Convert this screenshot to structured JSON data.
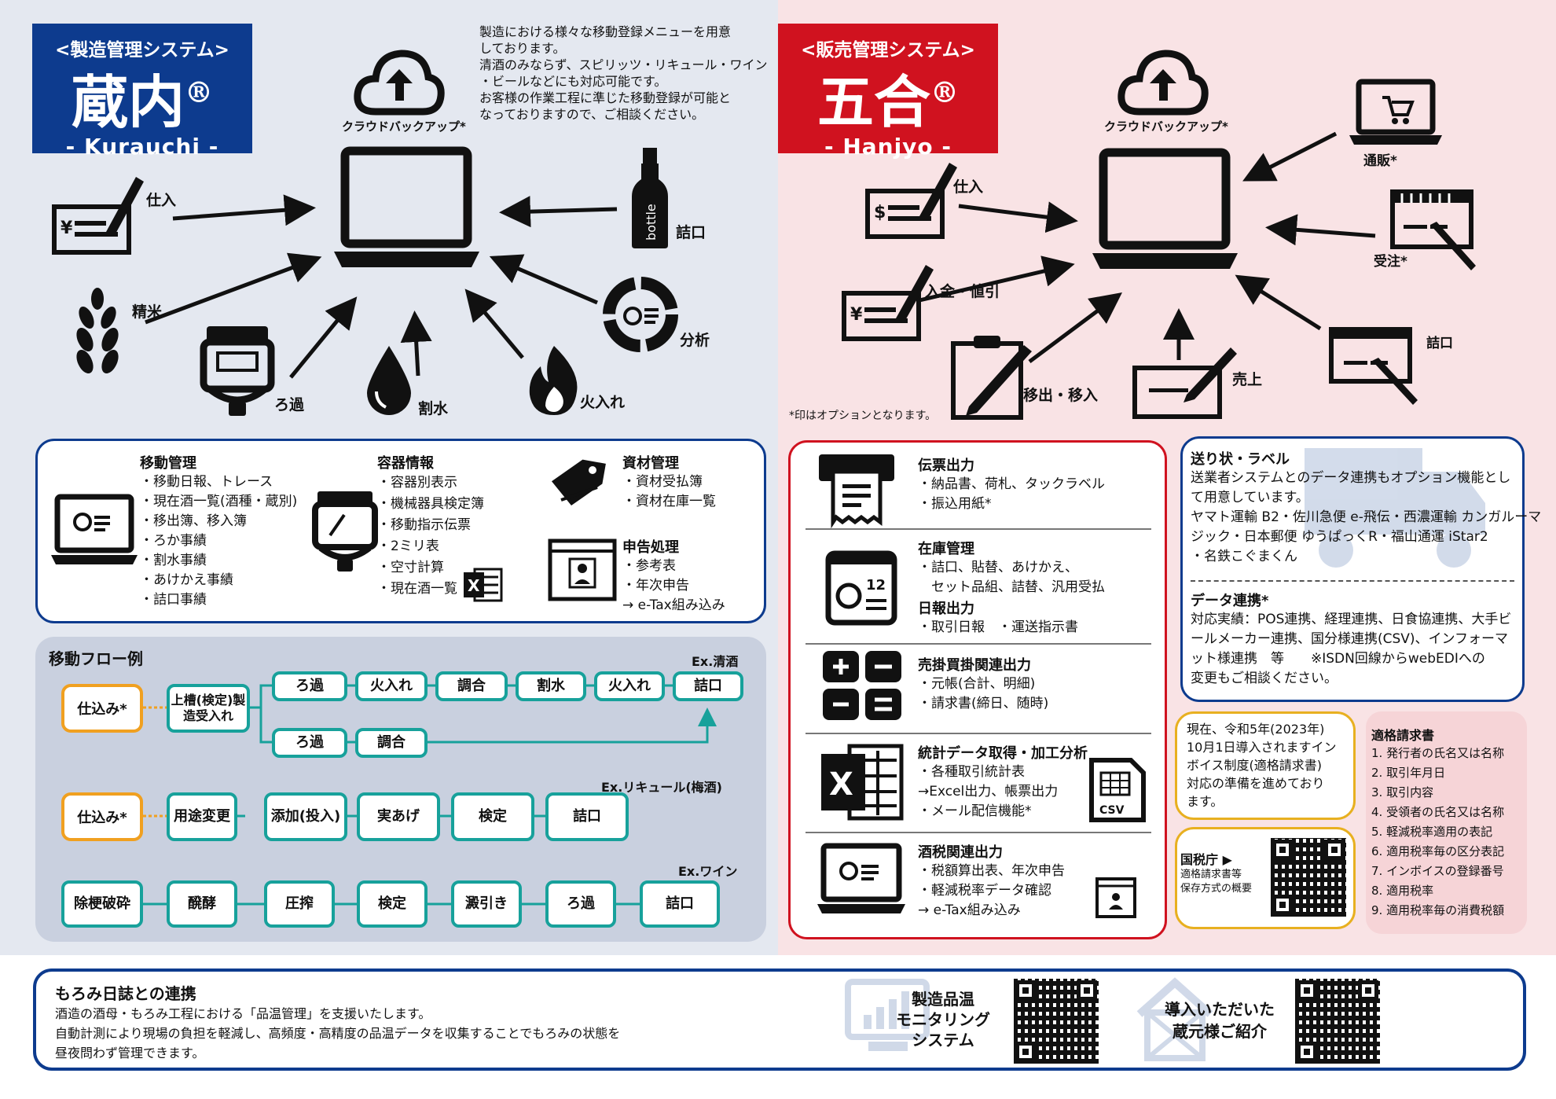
{
  "left": {
    "brand": {
      "sub": "<製造管理システム>",
      "name": "蔵内",
      "mark": "®",
      "romaji": "- Kurauchi -"
    },
    "cloud": "クラウドバックアップ*",
    "intro": [
      "製造における様々な移動登録メニューを用意",
      "しております。",
      "清酒のみならず、スピリッツ・リキュール・ワイン",
      "・ビールなどにも対応可能です。",
      "お客様の作業工程に準じた移動登録が可能と",
      "なっておりますので、ご相談ください。"
    ],
    "icons": {
      "shiire": "仕入",
      "bottle_text": "bottle",
      "tsumeguchi": "詰口",
      "seimai": "精米",
      "bunseki": "分析",
      "roka": "ろ過",
      "warimizu": "割水",
      "hiire": "火入れ"
    },
    "info": {
      "idou": {
        "title": "移動管理",
        "items": [
          "・移動日報、トレース",
          "・現在酒一覧(酒種・蔵別)",
          "・移出簿、移入簿",
          "・ろか事績",
          "・割水事績",
          "・あけかえ事績",
          "・詰口事績"
        ]
      },
      "youki": {
        "title": "容器情報",
        "items": [
          "・容器別表示",
          "・機械器具検定簿",
          "・移動指示伝票",
          "・2ミリ表",
          "・空寸計算",
          "・現在酒一覧"
        ]
      },
      "shizai": {
        "title": "資材管理",
        "items": [
          "・資材受払簿",
          "・資材在庫一覧"
        ]
      },
      "shinkoku": {
        "title": "申告処理",
        "items": [
          "・参考表",
          "・年次申告",
          "→ e-Tax組み込み"
        ]
      }
    },
    "flow": {
      "title": "移動フロー例",
      "ex1": "Ex.清酒",
      "ex2": "Ex.リキュール(梅酒)",
      "ex3": "Ex.ワイン",
      "shikomi": "仕込み*",
      "joso": "上槽(検定)製造受入れ",
      "row1": [
        "ろ過",
        "火入れ",
        "調合",
        "割水",
        "火入れ",
        "詰口"
      ],
      "row1b": [
        "ろ過",
        "調合"
      ],
      "row2": [
        "用途変更",
        "添加(投入)",
        "実あげ",
        "検定",
        "詰口"
      ],
      "row3": [
        "除梗破砕",
        "醗酵",
        "圧搾",
        "検定",
        "澱引き",
        "ろ過",
        "詰口"
      ]
    }
  },
  "right": {
    "brand": {
      "sub": "<販売管理システム>",
      "name": "五合",
      "mark": "®",
      "romaji": "- Hanjyo -"
    },
    "cloud": "クラウドバックアップ*",
    "icons": {
      "tsuhan": "通販*",
      "shiire": "仕入",
      "juchu": "受注*",
      "nyukin": "入金・値引",
      "tsumeguchi": "詰口",
      "idou": "移出・移入",
      "uriage": "売上"
    },
    "option_note": "*印はオプションとなります。",
    "list": [
      {
        "title": "伝票出力",
        "items": [
          "・納品書、荷札、タックラベル",
          "・振込用紙*"
        ]
      },
      {
        "title": "在庫管理",
        "items": [
          "・詰口、貼替、あけかえ、",
          "　セット品組、詰替、汎用受払"
        ],
        "title2": "日報出力",
        "items2": [
          "・取引日報　・運送指示書"
        ]
      },
      {
        "title": "売掛買掛関連出力",
        "items": [
          "・元帳(合計、明細)",
          "・請求書(締日、随時)"
        ]
      },
      {
        "title": "統計データ取得・加工分析",
        "items": [
          "・各種取引統計表",
          "→Excel出力、帳票出力",
          "・メール配信機能*"
        ],
        "csv": "CSV"
      },
      {
        "title": "酒税関連出力",
        "items": [
          "・税額算出表、年次申告",
          "・軽減税率データ確認",
          "→ e-Tax組み込み"
        ]
      }
    ],
    "okurijo": {
      "title": "送り状・ラベル",
      "body": [
        "送業者システムとのデータ連携もオプション機能とし",
        "て用意しています。",
        "ヤマト運輸 B2・佐川急便 e-飛伝・西濃運輸 カンガルーマ",
        "ジック・日本郵便 ゆうぱっくR・福山通運 iStar2",
        "・名鉄こぐまくん"
      ]
    },
    "renkei": {
      "title": "データ連携*",
      "body": [
        "対応実績：POS連携、経理連携、日食協連携、大手ビ",
        "ールメーカー連携、国分様連携(CSV)、インフォーマ",
        "ット様連携　等　　※ISDN回線からwebEDIへの",
        "変更もご相談ください。"
      ]
    },
    "invoice": [
      "現在、令和5年(2023年)",
      "10月1日導入されますイン",
      "ボイス制度(適格請求書)",
      "対応の準備を進めており",
      "ます。"
    ],
    "kokuzei": {
      "title": "国税庁 ▶",
      "line1": "適格請求書等",
      "line2": "保存方式の概要"
    },
    "tekikaku": {
      "title": "適格請求書",
      "items": [
        "1. 発行者の氏名又は名称",
        "2. 取引年月日",
        "3. 取引内容",
        "4. 受領者の氏名又は名称",
        "5. 軽減税率適用の表記",
        "6. 適用税率毎の区分表記",
        "7. インボイスの登録番号",
        "8. 適用税率",
        "9. 適用税率毎の消費税額"
      ]
    }
  },
  "moromi": {
    "title": "もろみ日誌との連携",
    "body": [
      "酒造の酒母・もろみ工程における「品温管理」を支援いたします。",
      "自動計測により現場の負担を軽減し、高頻度・高精度の品温データを収集することでもろみの状態を",
      "昼夜問わず管理できます。"
    ],
    "qr1_lines": [
      "製造品温",
      "モニタリング",
      "システム"
    ],
    "qr2_lines": [
      "導入いただいた",
      "蔵元様ご紹介"
    ]
  },
  "colors": {
    "blue": "#0d3b8e",
    "red": "#d0121f",
    "teal": "#17a19b",
    "orange": "#f0a020",
    "pink": "#f6d4d7",
    "yellow": "#e8b020"
  }
}
